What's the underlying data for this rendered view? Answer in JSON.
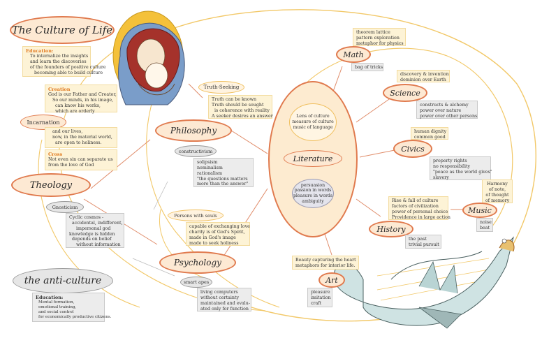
{
  "culture_of_life": {
    "title": "The Culture of Life",
    "education": {
      "heading": "Education:",
      "lines": [
        "To internalize the insights",
        "and learn the discoveries",
        "of the founders of positive culture",
        "becoming able to build culture"
      ]
    },
    "creation": {
      "heading": "Creation",
      "lines": [
        "God is our Father and Creator,",
        "So our minds, in his image,",
        "can know his works,",
        "which are orderly"
      ]
    },
    "incarnation": {
      "heading": "Incarnation",
      "lines": [
        "and our lives,",
        "now, in the material world,",
        "are open to holiness."
      ]
    },
    "cross": {
      "heading": "Cross",
      "lines": [
        "Not even sin can separate us",
        "from the love of God"
      ]
    }
  },
  "truth_seeking": {
    "label": "Truth-Seeking",
    "lines": [
      "Truth can be known",
      "Truth should be sought",
      "is coherence with reality",
      "A seeker desires an answer"
    ]
  },
  "philosophy": {
    "label": "Philosophy"
  },
  "constructivism": {
    "label": "constructivism",
    "lines": [
      "solipsism",
      "nominalism",
      "rationalism",
      "\"the questions matters",
      "more than the answer\""
    ]
  },
  "theology": {
    "label": "Theology"
  },
  "gnosticism": {
    "label": "Gnosticism",
    "lines": [
      "Cyclic cosmos -",
      "accidental, indifferent,",
      "impersonal god",
      "knowledge is hidden",
      "depends on belief",
      "without information"
    ]
  },
  "persons_with_souls": {
    "label": "Persons with souls",
    "lines": [
      "capable of exchanging love",
      "charity is of God's Spirit,",
      "made in God's image",
      "made to seek holiness"
    ]
  },
  "psychology": {
    "label": "Psychology"
  },
  "smart_apes": {
    "label": "smart apes",
    "lines": [
      "living computers",
      "without certainty",
      "maintained and evalu-",
      "ated only for function"
    ]
  },
  "anti_culture": {
    "title": "the anti-culture",
    "education": {
      "heading": "Education:",
      "lines": [
        "Mental formation,",
        "emotional training,",
        "and social control",
        "for economically productive citizens."
      ]
    }
  },
  "literature": {
    "label": "Literature",
    "lens": [
      "Lens of culture",
      "measure of culture",
      "music of language"
    ],
    "grey": [
      "persuasion",
      "passion in words",
      "pleasure in words",
      "ambiguity"
    ]
  },
  "math": {
    "label": "Math",
    "gold": [
      "theorem lattice",
      "pattern exploration",
      "metaphor for physics"
    ],
    "grey": [
      "bag of tricks"
    ]
  },
  "science": {
    "label": "Science",
    "gold": [
      "discovery & invention",
      "dominion over Earth"
    ],
    "grey": [
      "constructs & alchemy",
      "power over nature",
      "power over other persons"
    ]
  },
  "civics": {
    "label": "Civics",
    "gold": [
      "human dignity",
      "common good"
    ],
    "grey": [
      "property rights",
      "no responsibility",
      "\"peace as the world gives\"",
      "slavery"
    ]
  },
  "history": {
    "label": "History",
    "gold": [
      "Rise & fall of culture",
      "factors of civilization",
      "power of personal choice",
      "Providence in large action"
    ],
    "grey": [
      "the past",
      "trivial pursuit"
    ]
  },
  "music": {
    "label": "Music",
    "gold": [
      "Harmony",
      "of note,",
      "of thought",
      "of memory"
    ],
    "grey": [
      "noise",
      "beat"
    ]
  },
  "art": {
    "label": "Art",
    "gold": [
      "Beauty capturing the heart",
      "metaphors for interior life."
    ],
    "grey": [
      "pleasure",
      "imitation",
      "craft"
    ]
  },
  "colors": {
    "accent": "#e07a4e",
    "gold": "#f0c060",
    "peach": "#fde9d3",
    "grey": "#e6e6e6",
    "heading": "#e07a20"
  },
  "icons": [
    "madonna-and-child-icon",
    "dragon-icon"
  ]
}
